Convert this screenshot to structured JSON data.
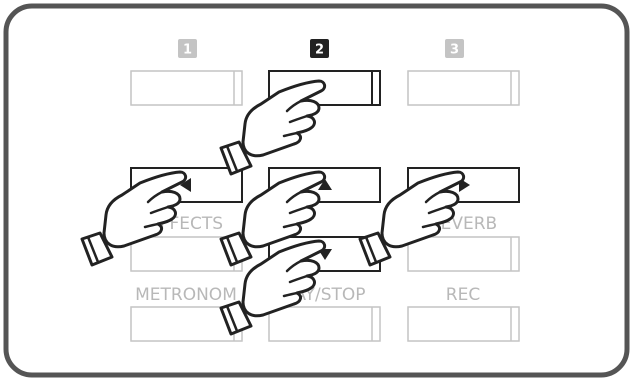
{
  "panel": {
    "numbers": [
      "1",
      "2",
      "3"
    ],
    "labels": {
      "effects": "EFFECTS",
      "reverb": "REVERB",
      "metronome": "METRONOM",
      "play_stop": "LAY/STOP",
      "rec": "REC"
    },
    "arrows": {
      "left": "◀",
      "up": "▲",
      "right": "▶",
      "down": "▼"
    },
    "active_number": "2"
  },
  "colors": {
    "frame": "#555555",
    "inactive": "#c4c4c4",
    "active": "#222222",
    "label": "#b8b8b8"
  },
  "icons": [
    "pointing-hand-icon"
  ]
}
